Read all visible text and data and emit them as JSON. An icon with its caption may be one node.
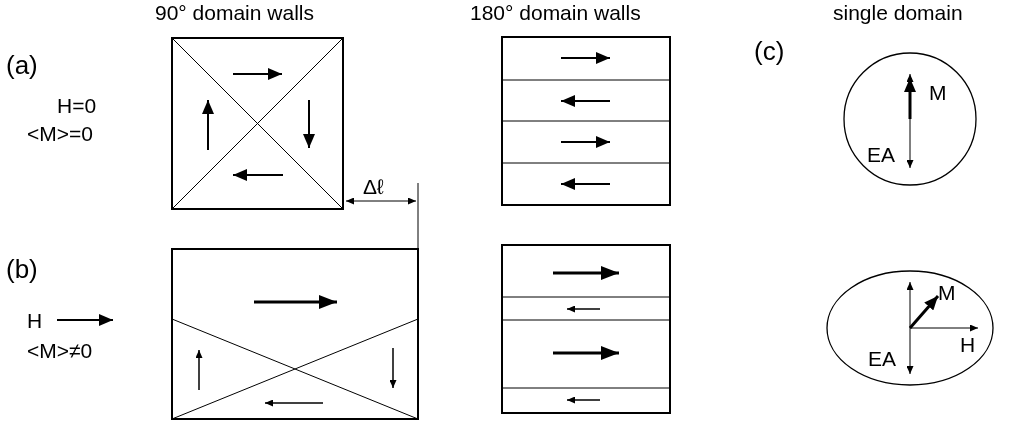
{
  "diagram": {
    "nodes": [
      {
        "text": [
          "M",
          "EA"
        ]
      },
      {
        "text": [
          "M",
          "EA",
          "H"
        ]
      }
    ],
    "labels": [
      "90° domain walls",
      "180° domain walls",
      "single domain",
      "(a)",
      "(c)",
      "H=0",
      "<M>=0",
      "Δℓ",
      "(b)",
      "H",
      "<M>≠0"
    ]
  }
}
